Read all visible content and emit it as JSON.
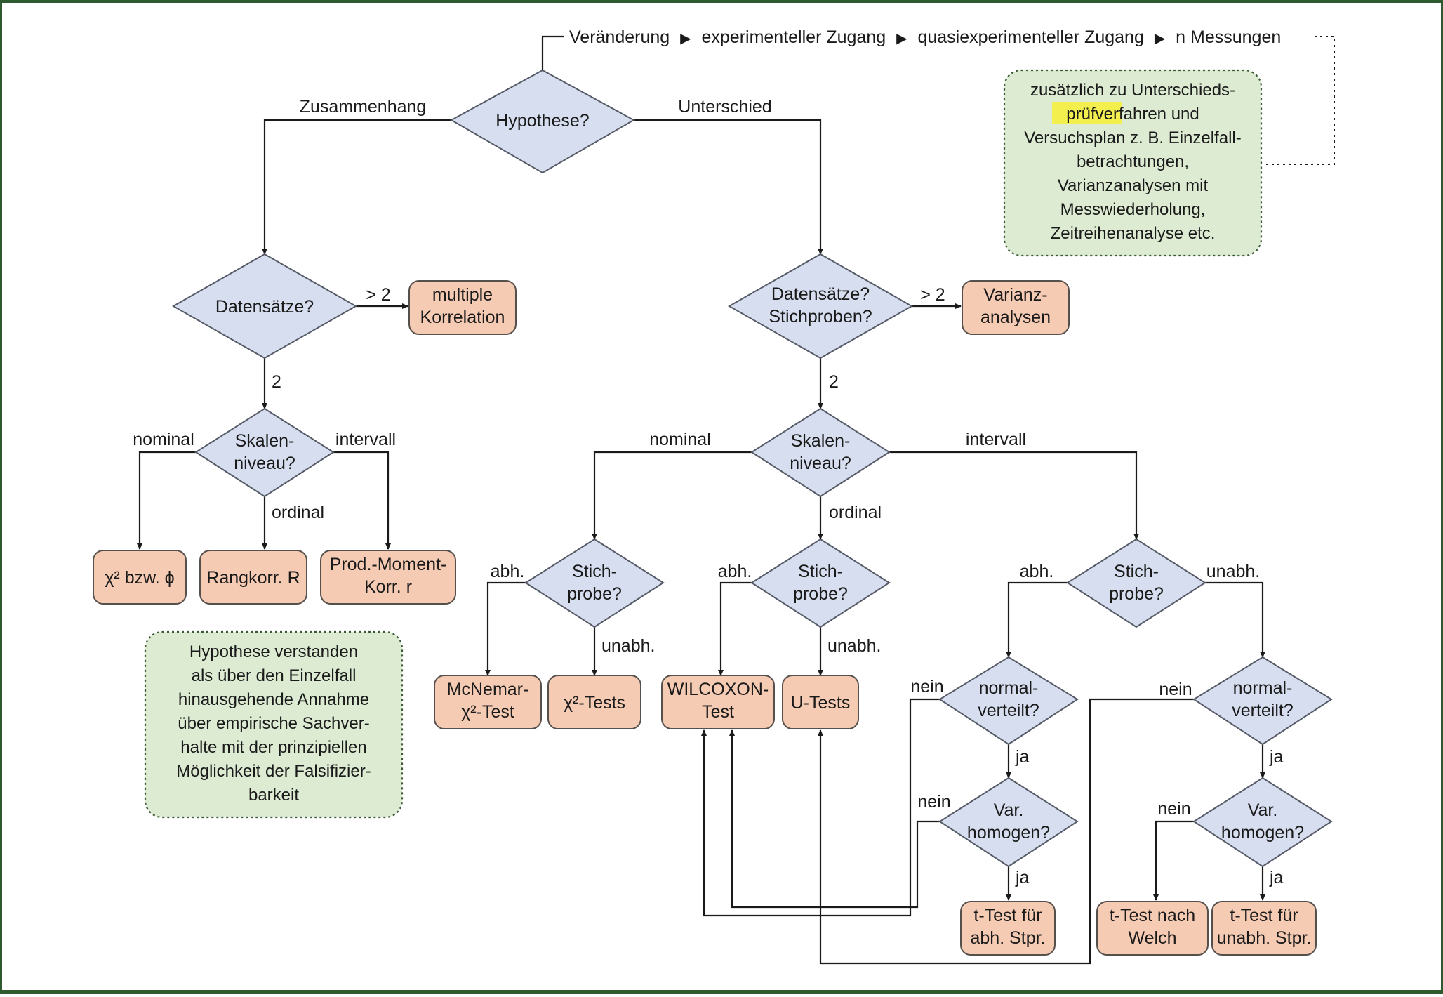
{
  "top": {
    "flow_1": "Veränderung",
    "flow_2": "experimenteller Zugang",
    "flow_3": "quasiexperimenteller Zugang",
    "flow_4": "n Messungen",
    "sep": "▶"
  },
  "colors": {
    "decision_fill": "#d6deef",
    "result_fill": "#f6cbb4",
    "note_fill": "#dcebd2",
    "frame": "#2f5a2f",
    "highlight": "#f2ef4f"
  },
  "nodes": {
    "hypothese": "Hypothese?",
    "ds_left": "Datensätze?",
    "ds_right_1": "Datensätze?",
    "ds_right_2": "Stichproben?",
    "skalen_l_1": "Skalen-",
    "skalen_l_2": "niveau?",
    "skalen_r_1": "Skalen-",
    "skalen_r_2": "niveau?",
    "stich_1": "Stich-",
    "stich_2": "probe?",
    "normal_1": "normal-",
    "normal_2": "verteilt?",
    "var_1": "Var.",
    "var_2": "homogen?"
  },
  "results": {
    "multiple_1": "multiple",
    "multiple_2": "Korrelation",
    "varianz_1": "Varianz-",
    "varianz_2": "analysen",
    "chi_phi": "χ² bzw. ϕ",
    "rangkorr": "Rangkorr. R",
    "prod_1": "Prod.-Moment-",
    "prod_2": "Korr. r",
    "mcnemar_1": "McNemar-",
    "mcnemar_2": "χ²-Test",
    "chi_tests": "χ²-Tests",
    "wilcoxon_1": "WILCOXON-",
    "wilcoxon_2": "Test",
    "utests": "U-Tests",
    "ttest_abh_1": "t-Test für",
    "ttest_abh_2": "abh. Stpr.",
    "welch_1": "t-Test nach",
    "welch_2": "Welch",
    "ttest_unabh_1": "t-Test für",
    "ttest_unabh_2": "unabh. Stpr."
  },
  "edges": {
    "zusammenhang": "Zusammenhang",
    "unterschied": "Unterschied",
    "gt2": "> 2",
    "two": "2",
    "nominal": "nominal",
    "intervall": "intervall",
    "ordinal": "ordinal",
    "abh": "abh.",
    "unabh": "unabh.",
    "nein": "nein",
    "ja": "ja"
  },
  "note_right": {
    "l1": "zusätzlich zu Unterschieds-",
    "l2a": "prüfverf",
    "l2b": "ahren und",
    "l3": "Versuchsplan z. B. Einzelfall-",
    "l4": "betrachtungen,",
    "l5": "Varianzanalysen mit",
    "l6": "Messwiederholung,",
    "l7": "Zeitreihenanalyse etc."
  },
  "note_left": {
    "l1": "Hypothese verstanden",
    "l2": "als über den Einzelfall",
    "l3": "hinausgehende Annahme",
    "l4": "über empirische Sachver-",
    "l5": "halte mit der prinzipiellen",
    "l6": "Möglichkeit der Falsifizier-",
    "l7": "barkeit"
  }
}
